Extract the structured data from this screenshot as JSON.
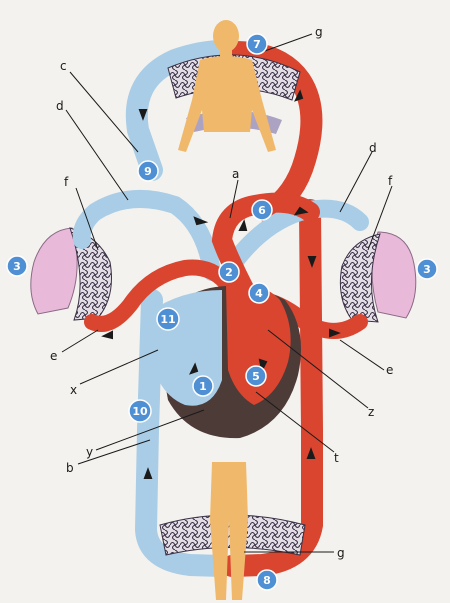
{
  "colors": {
    "arterial": "#d9452f",
    "venous": "#a9cde6",
    "capillary": "#9a8fb8",
    "lung": "#e8b9d9",
    "heart_wall": "#4d3b38",
    "skin": "#f0b86a",
    "badge": "#4f8fd3"
  },
  "badges": {
    "b1": "1",
    "b2": "2",
    "b3l": "3",
    "b3r": "3",
    "b4": "4",
    "b5": "5",
    "b6": "6",
    "b7": "7",
    "b8": "8",
    "b9": "9",
    "b10": "10",
    "b11": "11"
  },
  "letters": {
    "a": "a",
    "b": "b",
    "c": "c",
    "d_left": "d",
    "d_right": "d",
    "e_left": "e",
    "e_right": "e",
    "f_left": "f",
    "f_right": "f",
    "g_top": "g",
    "g_bottom": "g",
    "t": "t",
    "x": "x",
    "y": "y",
    "z": "z"
  }
}
